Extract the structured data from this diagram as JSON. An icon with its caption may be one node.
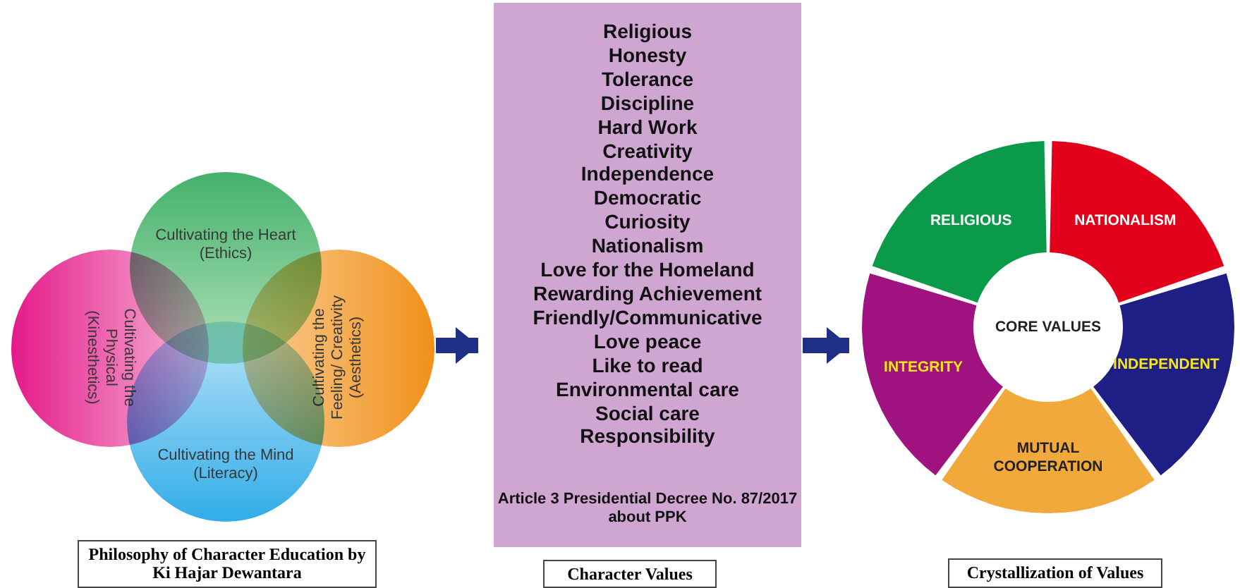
{
  "diagram": {
    "nodes": [
      {
        "text": [
          "Cultivating the Heart (Ethics)"
        ]
      },
      {
        "text": [
          "Cultivating the Physical (Kinesthetics)"
        ]
      },
      {
        "text": [
          "Cultivating the Feeling/ Creativity (Aesthetics)"
        ]
      },
      {
        "text": [
          "Cultivating the Mind (Literacy)"
        ]
      },
      {
        "text": [
          "Philosophy of Character Education by Ki Hajar Dewantara"
        ]
      },
      {
        "text": [
          "Religious",
          "Honesty",
          "Tolerance",
          "Discipline",
          "Hard Work",
          "Creativity",
          "Independence",
          "Democratic",
          "Curiosity",
          "Nationalism",
          "Love for the Homeland",
          "Rewarding Achievement",
          "Friendly/Communicative",
          "Love peace",
          "Like to read",
          "Environmental care",
          "Social care",
          "Responsibility",
          "Article 3 Presidential Decree No. 87/2017 about PPK"
        ]
      },
      {
        "text": [
          "Character Values"
        ]
      },
      {
        "text": [
          "RELIGIOUS"
        ]
      },
      {
        "text": [
          "NATIONALISM"
        ]
      },
      {
        "text": [
          "INDEPENDENT"
        ]
      },
      {
        "text": [
          "MUTUAL COOPERATION"
        ]
      },
      {
        "text": [
          "INTEGRITY"
        ]
      },
      {
        "text": [
          "CORE VALUES"
        ]
      },
      {
        "text": [
          "Crystallization of Values"
        ]
      }
    ],
    "edges": [
      {
        "from": 2,
        "to": 5,
        "arrow": "to"
      },
      {
        "from": 5,
        "to": 11,
        "arrow": "to"
      }
    ]
  }
}
